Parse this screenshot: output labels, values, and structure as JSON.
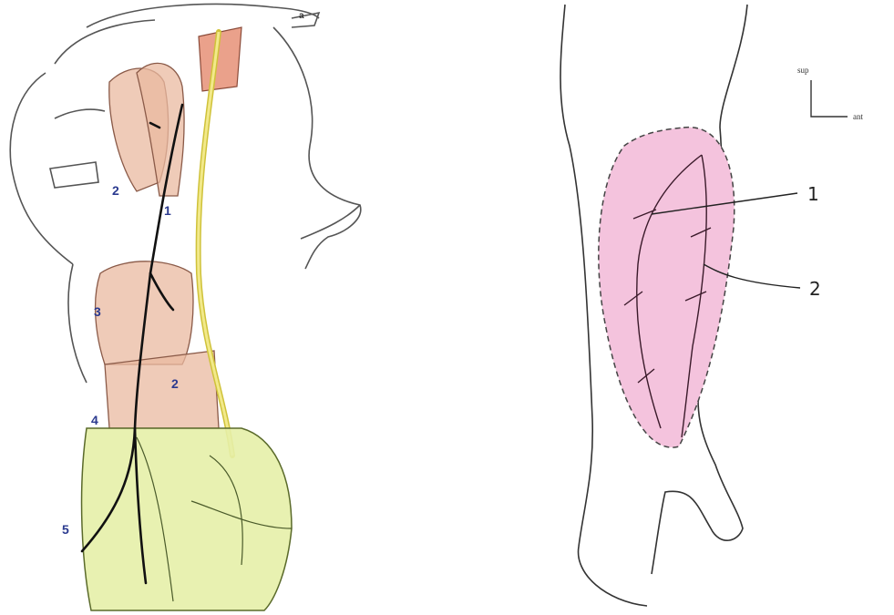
{
  "left_figure": {
    "labels": [
      {
        "id": "l-1",
        "text": "1"
      },
      {
        "id": "l-2-upper",
        "text": "2"
      },
      {
        "id": "l-2-lower",
        "text": "2"
      },
      {
        "id": "l-3",
        "text": "3"
      },
      {
        "id": "l-4",
        "text": "4"
      },
      {
        "id": "l-5",
        "text": "5"
      },
      {
        "id": "l-a",
        "text": "a"
      }
    ],
    "colors": {
      "muscle": "#e9b9a0",
      "nerve": "#f2e98a",
      "skin_flap": "#e6f0a8",
      "vessel": "#111111"
    }
  },
  "right_figure": {
    "labels": [
      {
        "id": "r-1",
        "text": "1"
      },
      {
        "id": "r-2",
        "text": "2"
      }
    ],
    "orientation": {
      "vertical": "sup",
      "horizontal": "ant"
    },
    "colors": {
      "flap_area": "#f4c3dd"
    }
  }
}
